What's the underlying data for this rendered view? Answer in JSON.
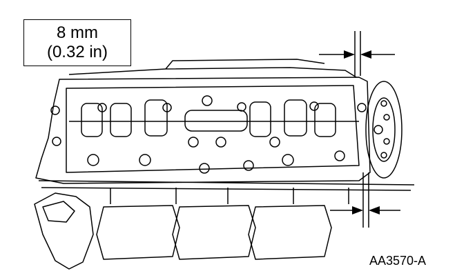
{
  "callout": {
    "metric": "8 mm",
    "imperial": "(0.32 in)"
  },
  "figure_id": "AA3570-A",
  "colors": {
    "line": "#000000",
    "background": "#ffffff"
  }
}
